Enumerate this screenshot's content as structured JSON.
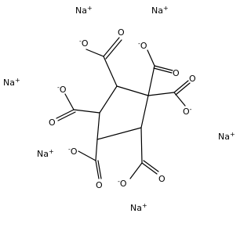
{
  "structure": {
    "sodium_ion": {
      "element": "Na",
      "charge": "+"
    },
    "carboxylate": {
      "oxygen": "O",
      "charge": "-"
    },
    "ring_substituents": 6,
    "sodium_count": 6
  }
}
